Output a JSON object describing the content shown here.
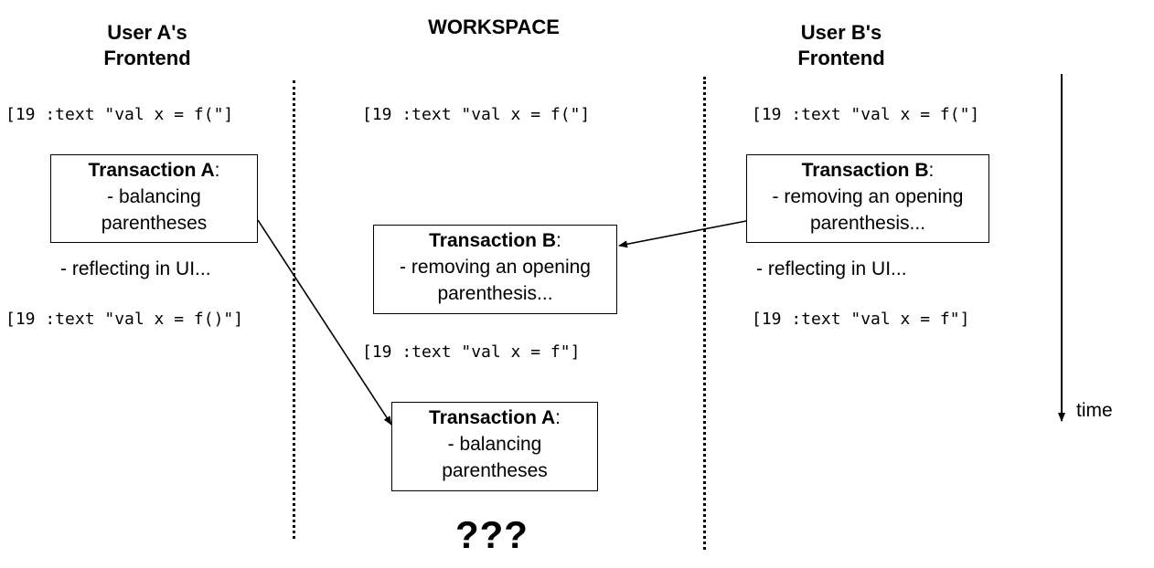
{
  "columns": {
    "user_a": {
      "title_line1": "User A's",
      "title_line2": "Frontend"
    },
    "workspace": {
      "title": "WORKSPACE"
    },
    "user_b": {
      "title_line1": "User B's",
      "title_line2": "Frontend"
    }
  },
  "user_a": {
    "state_before": "[19 :text \"val x = f(\"]",
    "transaction": {
      "name": "Transaction A",
      "colon": ":",
      "line1": "- balancing",
      "line2": "parentheses"
    },
    "note": "- reflecting in UI...",
    "state_after": "[19 :text \"val x = f()\"]"
  },
  "workspace": {
    "state_before": "[19 :text \"val x = f(\"]",
    "transaction_b": {
      "name": "Transaction B",
      "colon": ":",
      "line1": "- removing an opening",
      "line2": "parenthesis..."
    },
    "state_after_b": "[19 :text \"val x = f\"]",
    "transaction_a": {
      "name": "Transaction A",
      "colon": ":",
      "line1": "- balancing",
      "line2": "parentheses"
    },
    "outcome": "???"
  },
  "user_b": {
    "state_before": "[19 :text \"val x = f(\"]",
    "transaction": {
      "name": "Transaction B",
      "colon": ":",
      "line1": "- removing an opening",
      "line2": "parenthesis..."
    },
    "note": "- reflecting in UI...",
    "state_after": "[19 :text \"val x = f\"]"
  },
  "time_axis": {
    "label": "time"
  }
}
